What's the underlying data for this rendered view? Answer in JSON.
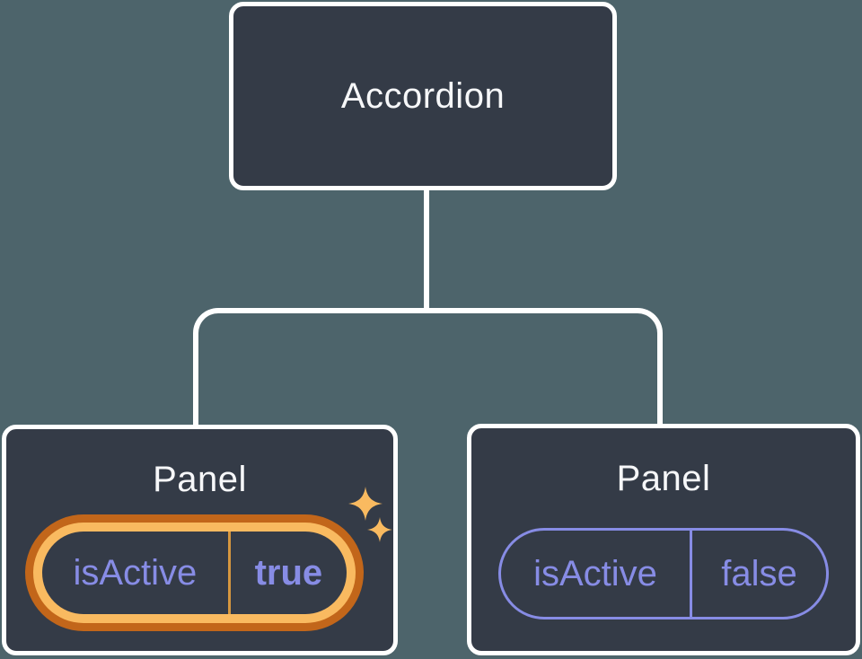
{
  "diagram": {
    "title": "component-tree-state-diagram",
    "root": {
      "label": "Accordion"
    },
    "children": [
      {
        "label": "Panel",
        "state": {
          "key": "isActive",
          "value": "true"
        },
        "highlighted": true
      },
      {
        "label": "Panel",
        "state": {
          "key": "isActive",
          "value": "false"
        },
        "highlighted": false
      }
    ]
  },
  "icons": {
    "sparkle_large": "sparkle-four-point-star",
    "sparkle_small": "sparkle-four-point-star"
  },
  "colors": {
    "background": "#4D646B",
    "node_fill": "#343B47",
    "node_border": "#FFFFFF",
    "node_text": "#F6F7F9",
    "state_purple": "#878CE5",
    "highlight_gold": "#F9BA60",
    "highlight_dark_orange": "#C2661A",
    "highlight_divider": "#D6973F"
  }
}
